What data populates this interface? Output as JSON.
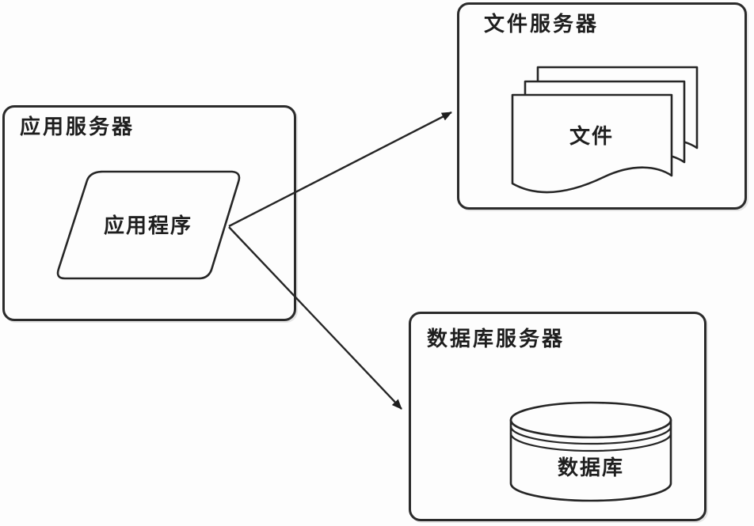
{
  "diagram": {
    "type": "architecture-flow",
    "colors": {
      "stroke": "#262626",
      "background": "#fdfdfd",
      "text": "#1e1e1e"
    },
    "app_server": {
      "title": "应用服务器",
      "shape": "parallelogram",
      "shape_label": "应用程序"
    },
    "file_server": {
      "title": "文件服务器",
      "shape": "multi-document",
      "shape_label": "文件"
    },
    "db_server": {
      "title": "数据库服务器",
      "shape": "database-cylinder",
      "shape_label": "数据库"
    },
    "connections": [
      {
        "from": "应用程序",
        "to": "文件服务器",
        "style": "arrow"
      },
      {
        "from": "应用程序",
        "to": "数据库服务器",
        "style": "arrow"
      }
    ]
  }
}
